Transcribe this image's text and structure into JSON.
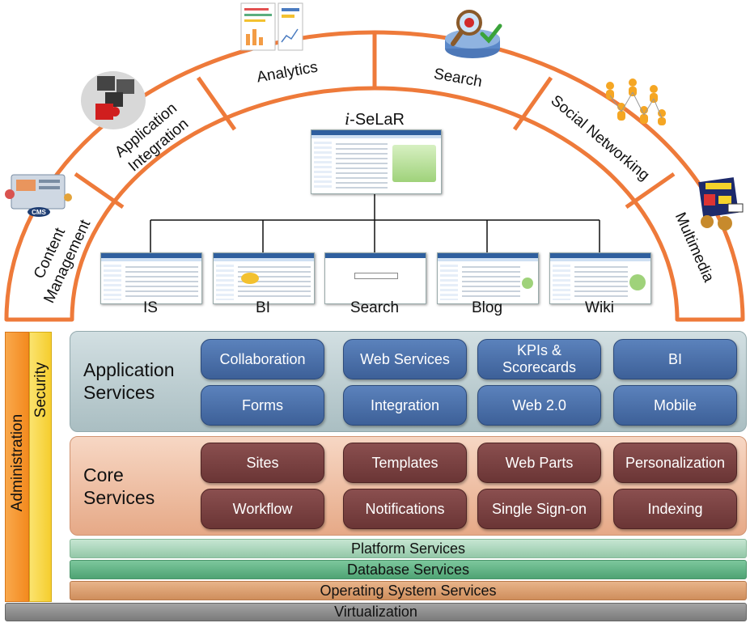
{
  "arch": {
    "sectors": [
      "Content Management",
      "Application Integration",
      "Analytics",
      "Search",
      "Social Networking",
      "Multimedia"
    ],
    "center_title_prefix": "i",
    "center_title_rest": "-SeLaR",
    "icons": [
      "cms-icon",
      "puzzle-icon",
      "analytics-dashboard-icon",
      "search-magnifier-icon",
      "people-network-icon",
      "multimedia-icon"
    ]
  },
  "portals": [
    "IS",
    "BI",
    "Search",
    "Blog",
    "Wiki"
  ],
  "side": {
    "administration": "Administration",
    "security": "Security"
  },
  "application_services": {
    "label": "Application Services",
    "items": [
      "Collaboration",
      "Web Services",
      "KPIs & Scorecards",
      "BI",
      "Forms",
      "Integration",
      "Web 2.0",
      "Mobile"
    ]
  },
  "core_services": {
    "label": "Core Services",
    "items": [
      "Sites",
      "Templates",
      "Web Parts",
      "Personalization",
      "Workflow",
      "Notifications",
      "Single Sign-on",
      "Indexing"
    ]
  },
  "bands": [
    "Platform Services",
    "Database Services",
    "Operating System Services",
    "Virtualization"
  ],
  "colors": {
    "arch": "#ee7a3a",
    "app_panel": "#b9cbcf",
    "core_panel": "#efc0a6",
    "app_pill": "#4a6fa8",
    "core_pill": "#7a4343",
    "platform": "#a4d2b6",
    "database": "#5aae7f",
    "os": "#d89866",
    "virtualization": "#8a8a8a",
    "administration": "#f7942c",
    "security": "#f7d43c"
  }
}
